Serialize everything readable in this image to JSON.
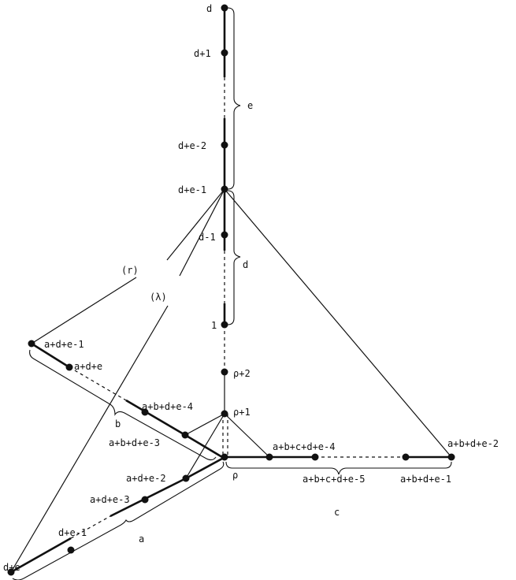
{
  "diagram": {
    "vertex_labels": {
      "top": "d",
      "v1": "d+1",
      "v2": "d+e-2",
      "v3": "d+e-1",
      "v4": "d-1",
      "v5": "1",
      "v6": "ρ+2",
      "v7": "ρ+1",
      "rho": "ρ",
      "left1": "a+d+e-1",
      "left2": "a+d+e",
      "left3": "a+b+d+e-4",
      "left4": "a+b+d+e-3",
      "bot1": "a+d+e-2",
      "bot2": "a+d+e-3",
      "bot3": "d+e-1",
      "bot4": "d+e",
      "right1": "a+b+c+d+e-4",
      "right2": "a+b+c+d+e-5",
      "right3": "a+b+d+e-1",
      "right4": "a+b+d+e-2"
    },
    "brace_labels": {
      "e": "e",
      "d": "d",
      "b": "b",
      "a": "a",
      "c": "c"
    },
    "edge_labels": {
      "r": "(r)",
      "lambda": "(λ)"
    }
  }
}
